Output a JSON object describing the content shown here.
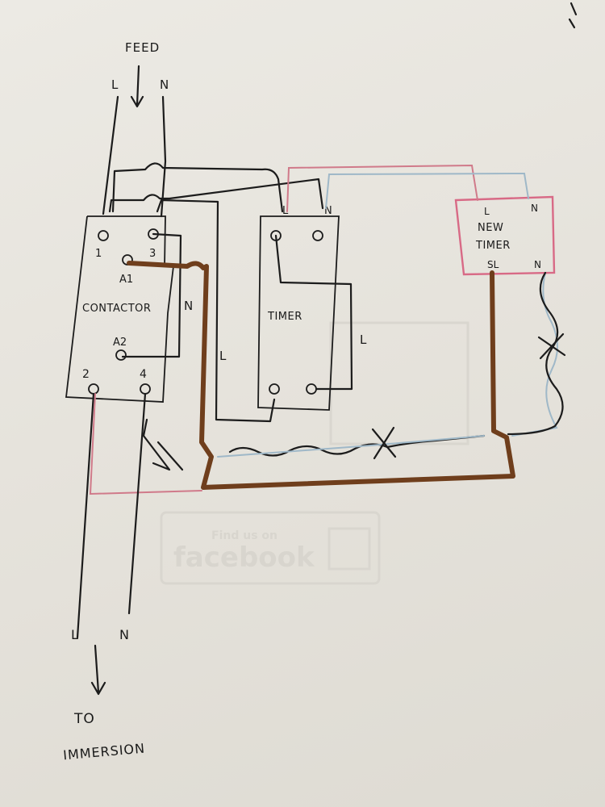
{
  "feed": {
    "title": "FEED",
    "l": "L",
    "n": "N"
  },
  "contactor": {
    "label": "CONTACTOR",
    "t1": "1",
    "t3": "3",
    "a1": "A1",
    "a2": "A2",
    "t2": "2",
    "t4": "4",
    "n_side": "N"
  },
  "timer": {
    "label": "TIMER",
    "l": "L",
    "n": "N",
    "side_l": "L"
  },
  "new_timer": {
    "line1": "NEW",
    "line2": "TIMER",
    "l": "L",
    "n": "N",
    "sl": "SL",
    "n2": "N"
  },
  "loop_label": "L",
  "output": {
    "l": "L",
    "n": "N",
    "line1": "TO",
    "line2": "IMMERSION"
  },
  "background_print": {
    "brand": "facebook",
    "tagline": "Find us on"
  },
  "colors": {
    "paper": "#e9e6df",
    "ink": "#1c1c1c",
    "brown": "#6f3e1c",
    "pink": "#d07a8a",
    "blue": "#9fb8c8"
  }
}
